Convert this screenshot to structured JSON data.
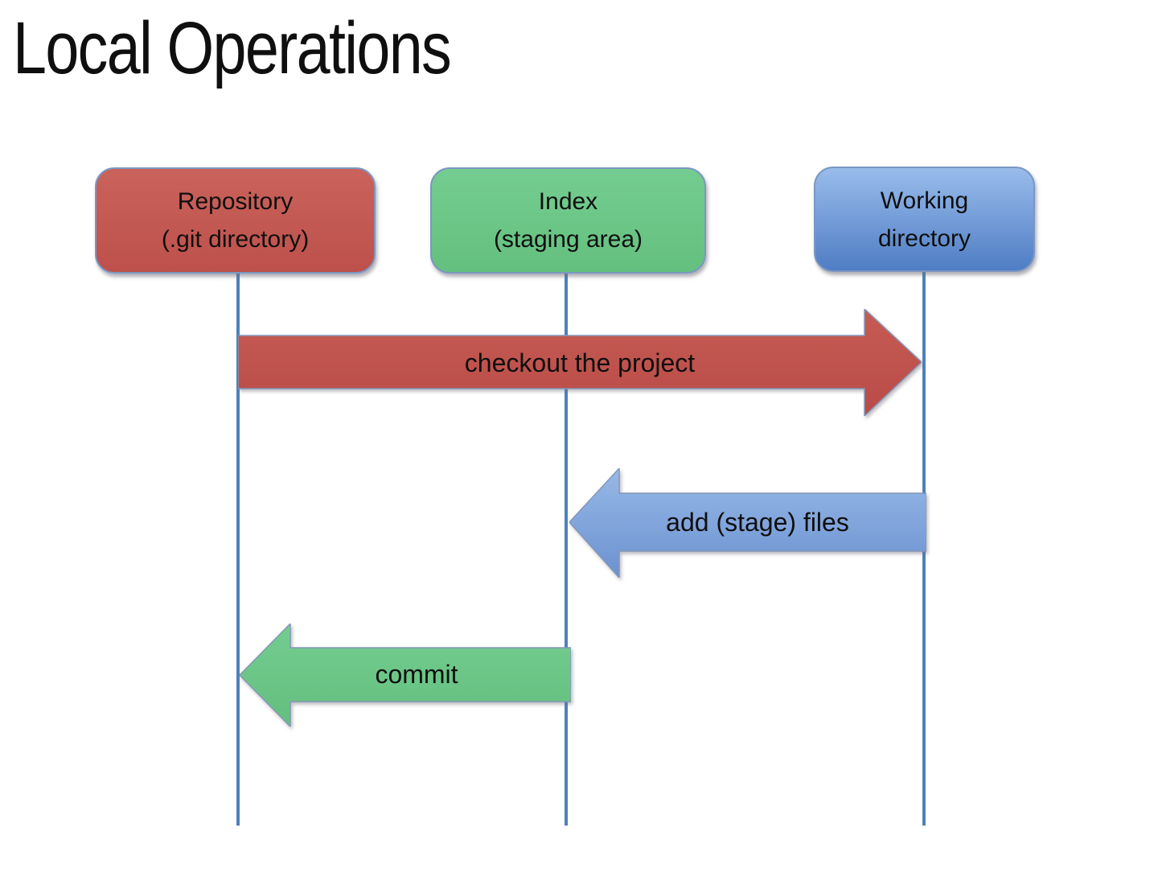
{
  "title": "Local Operations",
  "actors": [
    {
      "id": "repository",
      "label": "Repository\n(.git directory)"
    },
    {
      "id": "index",
      "label": "Index\n(staging area)"
    },
    {
      "id": "working-directory",
      "label": "Working\ndirectory"
    }
  ],
  "arrows": [
    {
      "id": "checkout",
      "label": "checkout the project",
      "from": "repository",
      "to": "working-directory",
      "direction": "right",
      "color": "red"
    },
    {
      "id": "add",
      "label": "add (stage) files",
      "from": "working-directory",
      "to": "index",
      "direction": "left",
      "color": "blue"
    },
    {
      "id": "commit",
      "label": "commit",
      "from": "index",
      "to": "repository",
      "direction": "left",
      "color": "green"
    }
  ],
  "colors": {
    "page-bg": "#ffffff",
    "text": "#0f0f0f",
    "box-border": "#7b97c3",
    "lifeline": "#4e81bd",
    "repo-box-top": "#c9635b",
    "repo-box-bottom": "#be504b",
    "index-box-top": "#74cd90",
    "index-box-bottom": "#64c07f",
    "working-box-top": "#99bceb",
    "working-box-bottom": "#4f7dc4",
    "arrow-red-top": "#c65b53",
    "arrow-red-bottom": "#b94b48",
    "arrow-blue-top": "#97b9e7",
    "arrow-blue-bottom": "#6b91d0",
    "arrow-green-top": "#74cd90",
    "arrow-green-bottom": "#63bf7e",
    "arrow-border": "#8497b8"
  }
}
